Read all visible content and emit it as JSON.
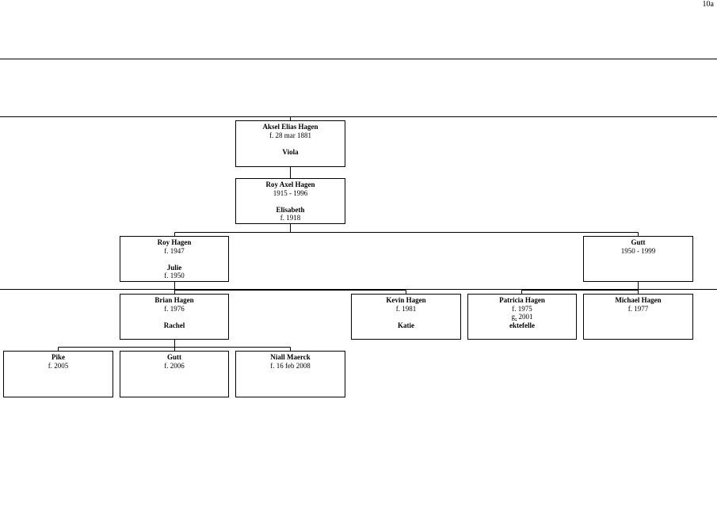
{
  "page": {
    "number": "10a"
  },
  "people": [
    {
      "id": "aksel",
      "name": "Aksel Elias Hagen",
      "lines": [
        "f. 28 mar 1881"
      ],
      "spouse": "Viola",
      "spouse_lines": []
    },
    {
      "id": "roy-axel",
      "name": "Roy Axel Hagen",
      "lines": [
        "1915 - 1996"
      ],
      "spouse": "Elisabeth",
      "spouse_lines": [
        "f. 1918"
      ]
    },
    {
      "id": "roy",
      "name": "Roy Hagen",
      "lines": [
        "f. 1947"
      ],
      "spouse": "Julie",
      "spouse_lines": [
        "f. 1950"
      ]
    },
    {
      "id": "gutt-1950",
      "name": "Gutt",
      "lines": [
        "1950 - 1999"
      ],
      "spouse": "",
      "spouse_lines": []
    },
    {
      "id": "brian",
      "name": "Brian Hagen",
      "lines": [
        "f. 1976"
      ],
      "spouse": "Rachel",
      "spouse_lines": []
    },
    {
      "id": "kevin",
      "name": "Kevin Hagen",
      "lines": [
        "f. 1981"
      ],
      "spouse": "Katie",
      "spouse_lines": []
    },
    {
      "id": "patricia",
      "name": "Patricia Hagen",
      "lines": [
        "f. 1975"
      ],
      "marriage_mark": "g.",
      "marriage_year": "2001",
      "extra": "ektefelle",
      "spouse": "",
      "spouse_lines": []
    },
    {
      "id": "michael",
      "name": "Michael Hagen",
      "lines": [
        "f. 1977"
      ],
      "spouse": "",
      "spouse_lines": []
    },
    {
      "id": "pike",
      "name": "Pike",
      "lines": [
        "f. 2005"
      ],
      "spouse": "",
      "spouse_lines": []
    },
    {
      "id": "gutt-2006",
      "name": "Gutt",
      "lines": [
        "f. 2006"
      ],
      "spouse": "",
      "spouse_lines": []
    },
    {
      "id": "niall",
      "name": "Niall Maerck",
      "lines": [
        "f. 16 feb 2008"
      ],
      "spouse": "",
      "spouse_lines": []
    }
  ]
}
